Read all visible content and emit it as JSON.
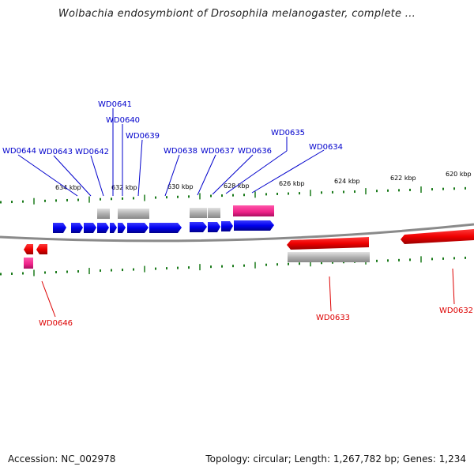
{
  "title": "Wolbachia endosymbiont of Drosophila melanogaster, complete ...",
  "footer": {
    "accession": "Accession: NC_002978",
    "summary": "Topology: circular; Length: 1,267,782 bp; Genes: 1,234"
  },
  "colors": {
    "forward_gene": "#0000ee",
    "reverse_gene": "#ee0000",
    "rna_feature": "#ee2288",
    "pseudo_feature": "#aaaaaa",
    "tick": "#1a7a1a",
    "backbone": "#888888"
  },
  "scale_labels": [
    "634 kbp",
    "632 kbp",
    "630 kbp",
    "628 kbp",
    "626 kbp",
    "624 kbp",
    "622 kbp",
    "620 kbp"
  ],
  "forward_labels": [
    "WD0641",
    "WD0640",
    "WD0639",
    "WD0635",
    "WD0644",
    "WD0643",
    "WD0642",
    "WD0638",
    "WD0637",
    "WD0636",
    "WD0634"
  ],
  "reverse_labels": [
    "WD0646",
    "WD0633",
    "WD0632"
  ]
}
